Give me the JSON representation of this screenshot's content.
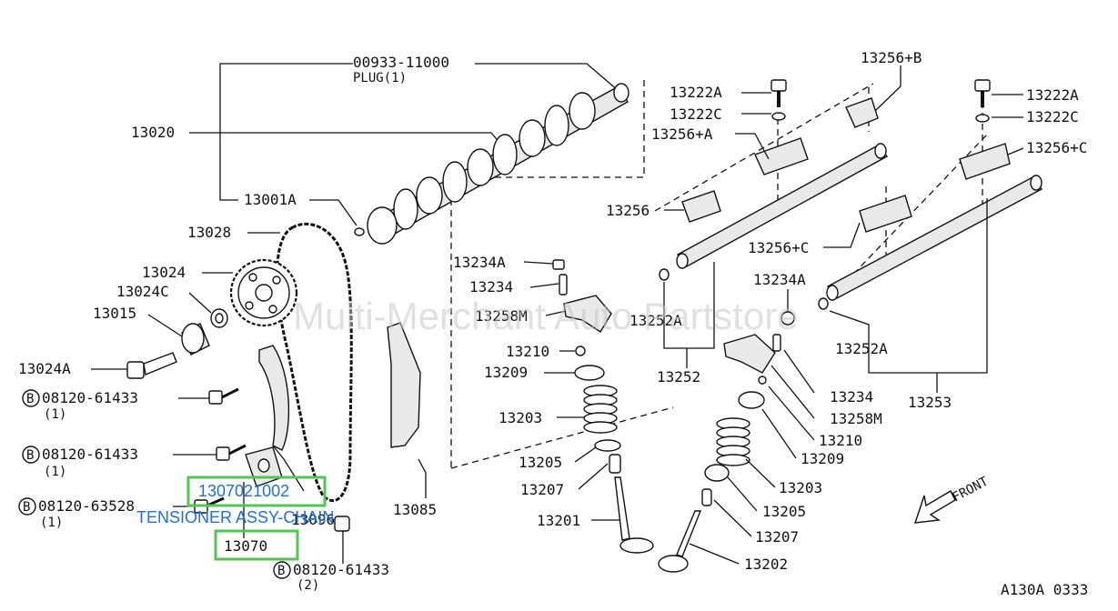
{
  "watermark": "Multi-Merchant Auto Partstore",
  "figure_code": "A130A 0333",
  "front_label": "FRONT",
  "callouts": {
    "plug_number": "00933-11000",
    "plug_name": "PLUG(1)",
    "camshaft": "13020",
    "camshaft_bolt": "13001A",
    "chain": "13028",
    "sprocket": "13024",
    "sprocket_washer": "13024C",
    "sprocket_spacer": "13015",
    "sprocket_bolt": "13024A",
    "guide_bolt_1": "08120-61433",
    "guide_bolt_1_qty": "(1)",
    "guide_bolt_2": "08120-61433",
    "guide_bolt_2_qty": "(1)",
    "tensioner_bolt": "08120-63528",
    "tensioner_bolt_qty": "(1)",
    "tension_guide": "13085",
    "bottom_bolt": "08120-61433",
    "bottom_bolt_qty": "(2)",
    "guide_hidden": "13096",
    "rocker_bolt_left": "13222A",
    "rocker_washer_left": "13222C",
    "rocker_b": "13256+B",
    "rocker_a": "13256+A",
    "rocker_base": "13256",
    "rocker_c_left": "13256+C",
    "rocker_bolt_right": "13222A",
    "rocker_washer_right": "13222C",
    "rocker_c_right": "13256+C",
    "adjuster_nut_left": "13234A",
    "adjuster_screw_left": "13234",
    "rocker_arm_left": "13258M",
    "shaft_pin_left": "13252A",
    "rocker_shaft_left": "13252",
    "adjuster_nut_right": "13234A",
    "shaft_pin_right": "13252A",
    "rocker_shaft_right": "13253",
    "adjuster_screw_right": "13234",
    "rocker_arm_right": "13258M",
    "collet_left": "13210",
    "spring_seat_left": "13209",
    "spring_left": "13203",
    "spring_retainer_left": "13205",
    "valve_seal_left": "13207",
    "intake_valve": "13201",
    "collet_right": "13210",
    "spring_seat_right": "13209",
    "spring_right": "13203",
    "spring_retainer_right": "13205",
    "valve_seal_right": "13207",
    "exhaust_valve": "13202"
  },
  "hotspots": {
    "tensioner_part_no": "1307021002",
    "tensioner_name": "TENSIONER ASSY-CHAIN",
    "tensioner_ref": "13070"
  },
  "colors": {
    "hotspot_border": "#52c552",
    "hotspot_text": "#1e6fd9",
    "watermark": "#c8c8c8"
  }
}
